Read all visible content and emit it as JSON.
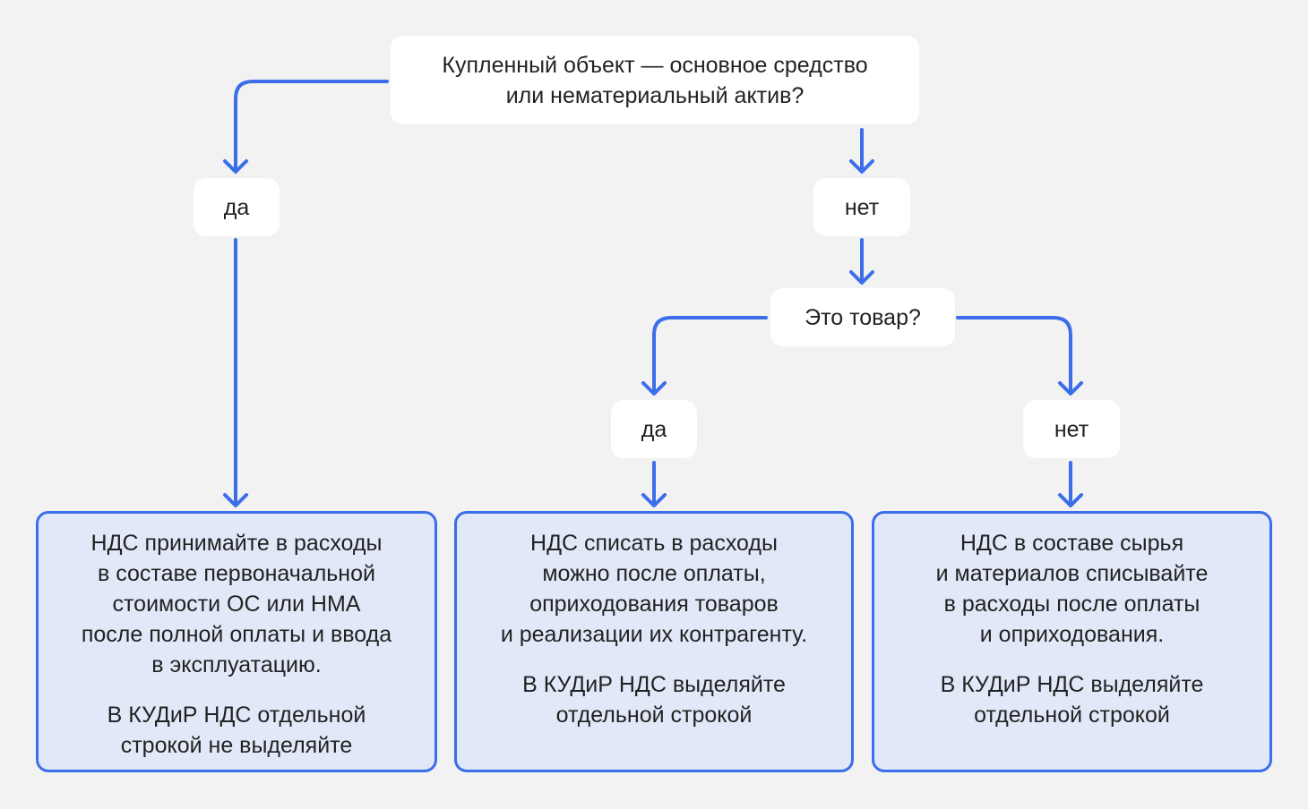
{
  "colors": {
    "accent": "#3b6ee8",
    "background": "#f2f2f2",
    "result_fill": "#e1e9f9",
    "text": "#222222"
  },
  "question_1": "Купленный объект — основное средство\nили нематериальный актив?",
  "q1_yes": "да",
  "q1_no": "нет",
  "question_2": "Это товар?",
  "q2_yes": "да",
  "q2_no": "нет",
  "results": [
    {
      "main": "НДС принимайте в расходы\nв составе первоначальной\nстоимости ОС или НМА\nпосле полной оплаты и ввода\nв эксплуатацию.",
      "note": "В КУДиР НДС отдельной\nстрокой не выделяйте"
    },
    {
      "main": "НДС списать в расходы\nможно после оплаты,\nоприходования товаров\nи реализации их контрагенту.",
      "note": "В КУДиР НДС выделяйте\nотдельной строкой"
    },
    {
      "main": "НДС в составе сырья\nи материалов списывайте\nв расходы после оплаты\nи оприходования.",
      "note": "В КУДиР НДС выделяйте\nотдельной строкой"
    }
  ]
}
